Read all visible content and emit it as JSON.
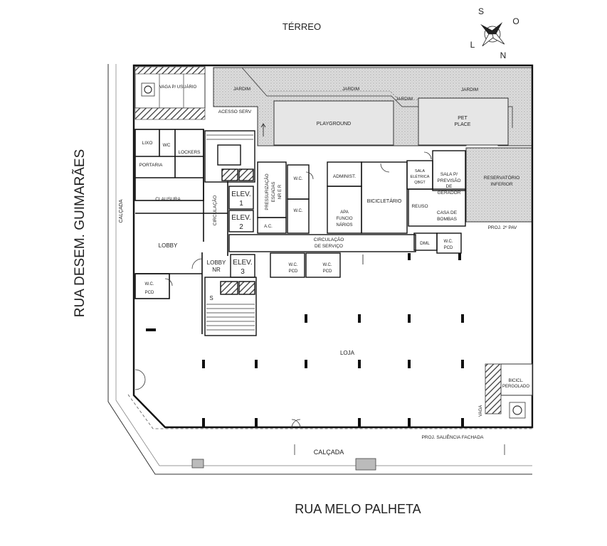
{
  "title": "TÉRREO",
  "compass": {
    "n": "N",
    "s": "S",
    "l": "L",
    "o": "O"
  },
  "streets": {
    "west": "RUA DESEM. GUIMARÃES",
    "south": "RUA MELO PALHETA"
  },
  "sidewalks": {
    "west": "CALÇADA",
    "south": "CALÇADA"
  },
  "notes": {
    "proj_2_pav": "PROJ. 2º PAV",
    "proj_saliencia": "PROJ. SALIÊNCIA FACHADA"
  },
  "rooms": {
    "vaga_usuario": "VAGA P/ USUÁRIO",
    "acesso_serv": "ACESSO SERV",
    "jardim_1": "JARDIM",
    "jardim_2": "JARDIM",
    "jardim_3": "JARDIM",
    "jardim_4": "JARDIM",
    "playground": "PLAYGROUND",
    "pet_place_1": "PET",
    "pet_place_2": "PLACE",
    "lixo": "LIXO",
    "wc_portaria": "WC",
    "lockers": "LOCKERS",
    "portaria": "PORTARIA",
    "clausura": "CLAUSURA",
    "circulacao_v": "CIRCULAÇÃO",
    "lobby": "LOBBY",
    "wc_pcd_lobby_1": "W.C.",
    "wc_pcd_lobby_2": "PCD",
    "elev1_a": "ELEV.",
    "elev1_b": "1",
    "elev2_a": "ELEV.",
    "elev2_b": "2",
    "elev3_a": "ELEV.",
    "elev3_b": "3",
    "lobby_nr_1": "LOBBY",
    "lobby_nr_2": "NR",
    "pressurizacao": "PRESSURIZAÇÃO",
    "escadas": "ESCADAS",
    "nr_e_r": "NR E R",
    "ac": "A.C.",
    "wc_1": "W.C.",
    "wc_2": "W.C.",
    "administ": "ADMINIST.",
    "apa_func_1": "APA",
    "apa_func_2": "FUNCIO",
    "apa_func_3": "NÁRIOS",
    "bicicletario": "BICICLETÁRIO",
    "sala_eletrica_1": "SALA",
    "sala_eletrica_2": "ELÉTRICA",
    "sala_eletrica_3": "QBGT",
    "sala_gerador_1": "SALA P/",
    "sala_gerador_2": "PREVISÃO",
    "sala_gerador_3": "DE",
    "sala_gerador_4": "GERADOR",
    "reservatorio_1": "RESERVATÓRIO",
    "reservatorio_2": "INFERIOR",
    "reuso": "REUSO",
    "casa_bombas_1": "CASA DE",
    "casa_bombas_2": "BOMBAS",
    "dml": "DML",
    "wc_pcd_r_1": "W.C.",
    "wc_pcd_r_2": "PCD",
    "circ_servico_1": "CIRCULAÇÃO",
    "circ_servico_2": "DE SERVIÇO",
    "wc_pcd_a_1": "W.C.",
    "wc_pcd_a_2": "PCD",
    "wc_pcd_b_1": "W.C.",
    "wc_pcd_b_2": "PCD",
    "loja": "LOJA",
    "bicicl_1": "BICICL.",
    "bicicl_2": "PERGOLADO",
    "vaga_pcd": "VAGA"
  },
  "stair_mark": "S"
}
